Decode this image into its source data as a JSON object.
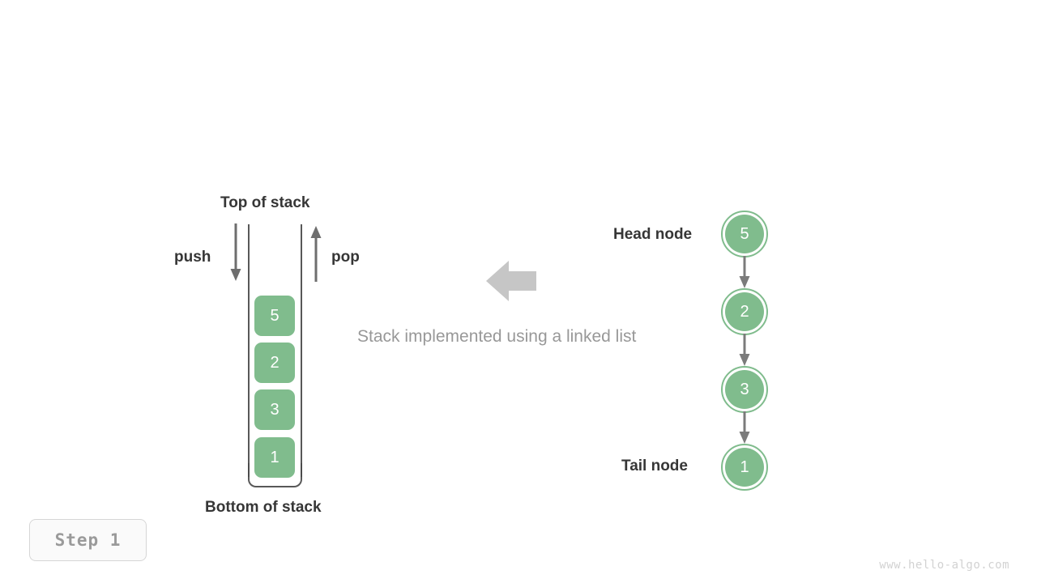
{
  "diagram": {
    "caption": "Stack implemented using a linked list",
    "step_badge": "Step  1",
    "watermark": "www.hello-algo.com",
    "colors": {
      "node_green": "#80bc8d",
      "arrow_gray": "#6e6e6e",
      "caption_gray": "#989898",
      "label_dark": "#363636",
      "block_arrow_gray": "#c6c6c6",
      "badge_text": "#9a9a9a",
      "watermark_gray": "#d2d2d2"
    }
  },
  "stack": {
    "top_label": "Top of stack",
    "bottom_label": "Bottom of stack",
    "push_label": "push",
    "pop_label": "pop",
    "cells": [
      {
        "value": "5"
      },
      {
        "value": "2"
      },
      {
        "value": "3"
      },
      {
        "value": "1"
      }
    ]
  },
  "linked_list": {
    "head_label": "Head node",
    "tail_label": "Tail node",
    "nodes": [
      {
        "value": "5"
      },
      {
        "value": "2"
      },
      {
        "value": "3"
      },
      {
        "value": "1"
      }
    ]
  }
}
